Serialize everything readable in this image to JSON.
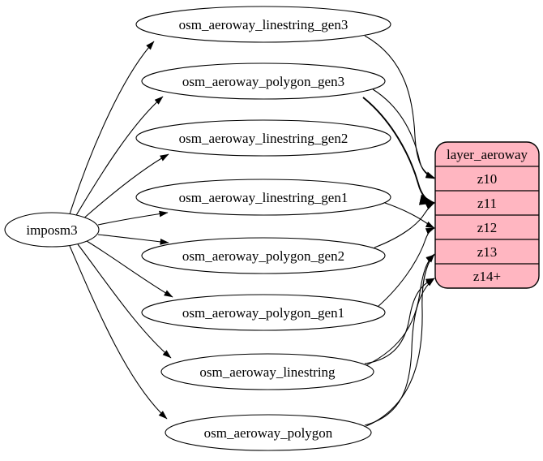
{
  "diagram": {
    "kind": "etl-graph",
    "background": "#ffffff",
    "colors": {
      "node_fill": "#ffffff",
      "layer_fill": "#ffb6c1",
      "stroke": "#000000",
      "text": "#000000"
    },
    "source": {
      "label": "imposm3"
    },
    "tables": [
      {
        "label": "osm_aeroway_linestring_gen3"
      },
      {
        "label": "osm_aeroway_polygon_gen3"
      },
      {
        "label": "osm_aeroway_linestring_gen2"
      },
      {
        "label": "osm_aeroway_linestring_gen1"
      },
      {
        "label": "osm_aeroway_polygon_gen2"
      },
      {
        "label": "osm_aeroway_polygon_gen1"
      },
      {
        "label": "osm_aeroway_linestring"
      },
      {
        "label": "osm_aeroway_polygon"
      }
    ],
    "layer": {
      "title": "layer_aeroway",
      "rows": [
        "z10",
        "z11",
        "z12",
        "z13",
        "z14+"
      ]
    },
    "edges": {
      "from_source": [
        "osm_aeroway_linestring_gen3",
        "osm_aeroway_polygon_gen3",
        "osm_aeroway_linestring_gen2",
        "osm_aeroway_linestring_gen1",
        "osm_aeroway_polygon_gen2",
        "osm_aeroway_polygon_gen1",
        "osm_aeroway_linestring",
        "osm_aeroway_polygon"
      ],
      "to_layer": [
        {
          "from": "osm_aeroway_linestring_gen3",
          "to": "z10"
        },
        {
          "from": "osm_aeroway_polygon_gen3",
          "to": "z10"
        },
        {
          "from": "osm_aeroway_linestring_gen2",
          "to": "z11"
        },
        {
          "from": "osm_aeroway_polygon_gen2",
          "to": "z11"
        },
        {
          "from": "osm_aeroway_linestring_gen1",
          "to": "z12"
        },
        {
          "from": "osm_aeroway_polygon_gen1",
          "to": "z12"
        },
        {
          "from": "osm_aeroway_linestring",
          "to": "z13"
        },
        {
          "from": "osm_aeroway_linestring",
          "to": "z14+"
        },
        {
          "from": "osm_aeroway_polygon",
          "to": "z13"
        },
        {
          "from": "osm_aeroway_polygon",
          "to": "z14+"
        }
      ]
    }
  }
}
